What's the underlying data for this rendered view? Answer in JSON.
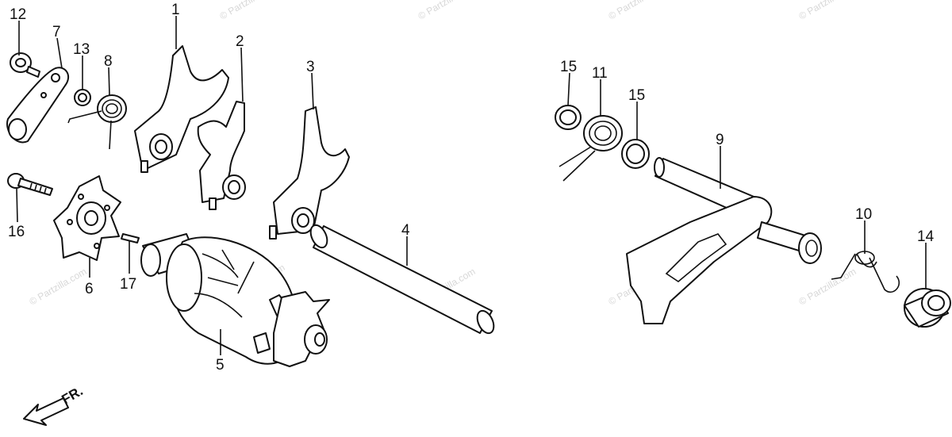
{
  "watermark": "© Partzilla.com",
  "front_marker": "FR.",
  "callouts": [
    "1",
    "2",
    "3",
    "4",
    "5",
    "6",
    "7",
    "8",
    "9",
    "10",
    "11",
    "12",
    "13",
    "14",
    "15",
    "15",
    "16",
    "17"
  ]
}
